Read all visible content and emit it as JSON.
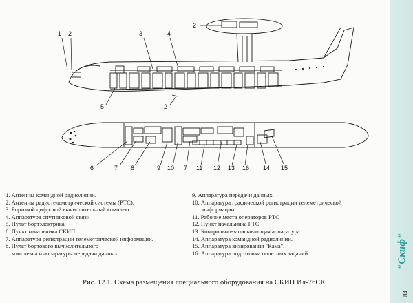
{
  "callouts": {
    "top_view": {
      "n1": "1",
      "n2_left": "2",
      "n2_dome": "2",
      "n3": "3",
      "n4": "4",
      "n5": "5",
      "n2_bottom": "2"
    },
    "plan_view": {
      "n6": "6",
      "n7a": "7",
      "n8": "8",
      "n9": "9",
      "n10": "10",
      "n7b": "7",
      "n11": "11",
      "n12": "12",
      "n13": "13",
      "n16": "16",
      "n14": "14",
      "n15": "15"
    }
  },
  "legend_left": [
    "1. Антенны командной радиолинии.",
    "2. Антенны радиотелеметрической системы (РТС).",
    "3. Бортовой цифровой вычислительный комплекс.",
    "4. Аппаратура спутниковой связи",
    "5. Пульт бортэлектрика",
    "6. Пункт начальника СКИП.",
    "7. Аппаратура регистрации телеметрической информации.",
    "8. Пульт бортового вычислительного\n    комплекса и аппаратуры передачи данных"
  ],
  "legend_right": [
    "9. Аппаратура передачи данных.",
    "10. Аппаратура графической регистрации телеметрической\n       информации",
    "11. Рабочие места операторов РТС",
    "12. Пункт начальника РТС.",
    "13. Контрольно-записывающая аппаратура.",
    "14. Аппаратура командной радиолинии.",
    "15. Аппаратура визирования \"Кама\".",
    "16. Аппаратура подготовки полетных заданий."
  ],
  "caption": "Рис. 12.1.  Схема размещения специального оборудования на СКИП Ил-76СК",
  "side_title": "\"Скиф\"",
  "page_number": "84",
  "colors": {
    "accent": "#2d9e9a",
    "ink": "#1a1a1a"
  }
}
